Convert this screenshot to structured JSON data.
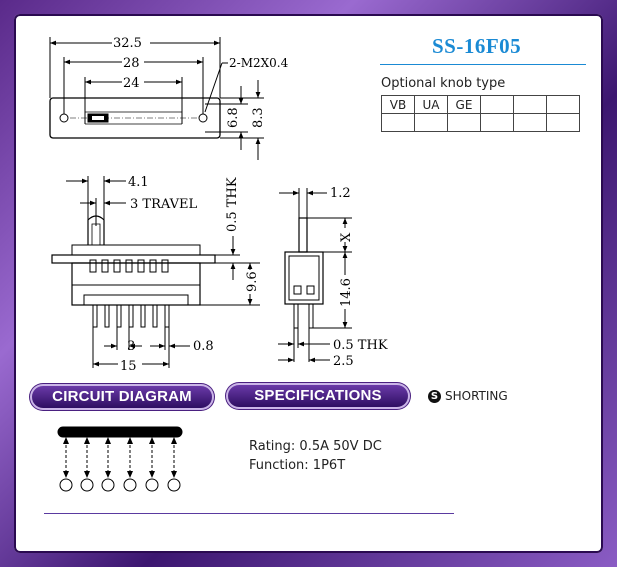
{
  "model": "SS-16F05",
  "knob": {
    "title": "Optional knob type",
    "types": [
      "VB",
      "UA",
      "GE",
      "",
      "",
      ""
    ]
  },
  "dimensions": {
    "top_view": {
      "overall": "32.5",
      "hole_spacing": "28",
      "slot": "24",
      "mount_holes": "2-M2X0.4",
      "height_inner": "6.8",
      "height_outer": "8.3"
    },
    "front_view": {
      "actuator": "4.1",
      "travel": "3 TRAVEL",
      "thickness": "0.5 THK",
      "body_height": "9.6",
      "pin_pitch": "3",
      "pin_width": "0.8",
      "pin_span": "15"
    },
    "side_view": {
      "actuator_width": "1.2",
      "actuator_height": "X",
      "total_height": "14.6",
      "pin_thickness": "0.5 THK",
      "pin_spacing": "2.5"
    }
  },
  "sections": {
    "circuit": "CIRCUIT DIAGRAM",
    "specs": "SPECIFICATIONS",
    "shorting": "SHORTING",
    "shorting_icon": "S"
  },
  "specs": {
    "rating": "Rating: 0.5A 50V DC",
    "function": "Function: 1P6T"
  }
}
